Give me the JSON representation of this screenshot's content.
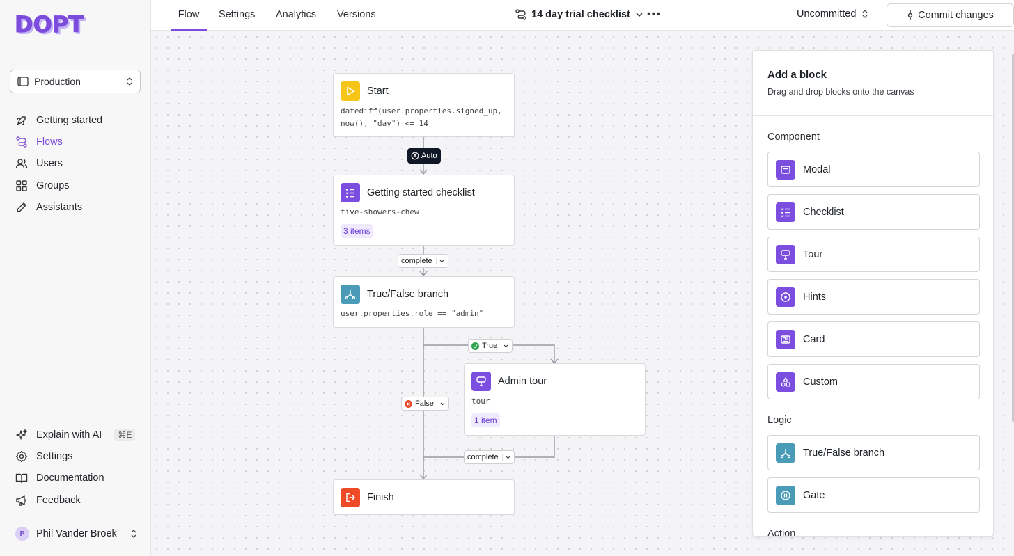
{
  "brand": {
    "logo_text": "DOPT"
  },
  "sidebar": {
    "environment": "Production",
    "nav": [
      {
        "label": "Getting started",
        "icon": "rocket-icon"
      },
      {
        "label": "Flows",
        "icon": "flow-icon",
        "active": true
      },
      {
        "label": "Users",
        "icon": "users-icon"
      },
      {
        "label": "Groups",
        "icon": "grid-icon"
      },
      {
        "label": "Assistants",
        "icon": "pencil-icon"
      }
    ],
    "bottom_nav": [
      {
        "label": "Explain with AI",
        "icon": "sparkle-icon",
        "shortcut": "⌘E"
      },
      {
        "label": "Settings",
        "icon": "gear-icon"
      },
      {
        "label": "Documentation",
        "icon": "book-icon"
      },
      {
        "label": "Feedback",
        "icon": "megaphone-icon"
      }
    ],
    "user": {
      "initial": "P",
      "name": "Phil Vander Broek"
    }
  },
  "topbar": {
    "tabs": [
      "Flow",
      "Settings",
      "Analytics",
      "Versions"
    ],
    "active_tab": "Flow",
    "flow_title": "14 day trial checklist",
    "more": "•••",
    "status": "Uncommitted",
    "commit_label": "Commit changes"
  },
  "canvas": {
    "nodes": {
      "start": {
        "title": "Start",
        "code_line1": "datediff(user.properties.signed_up,",
        "code_line2": "now(), \"day\") <= 14"
      },
      "checklist": {
        "title": "Getting started checklist",
        "sub": "five-showers-chew",
        "badge": "3 items"
      },
      "branch": {
        "title": "True/False branch",
        "sub": "user.properties.role == \"admin\""
      },
      "admin_tour": {
        "title": "Admin tour",
        "sub": "tour",
        "badge": "1 item"
      },
      "finish": {
        "title": "Finish"
      }
    },
    "edges": {
      "auto": "Auto",
      "complete1": "complete",
      "true": "True",
      "false": "False",
      "complete2": "complete"
    }
  },
  "panel": {
    "title": "Add a block",
    "subtitle": "Drag and drop blocks onto the canvas",
    "sections": {
      "component": {
        "title": "Component",
        "blocks": [
          {
            "label": "Modal",
            "icon": "modal-icon"
          },
          {
            "label": "Checklist",
            "icon": "checklist-icon"
          },
          {
            "label": "Tour",
            "icon": "tour-icon"
          },
          {
            "label": "Hints",
            "icon": "hints-icon"
          },
          {
            "label": "Card",
            "icon": "card-icon"
          },
          {
            "label": "Custom",
            "icon": "custom-icon"
          }
        ]
      },
      "logic": {
        "title": "Logic",
        "blocks": [
          {
            "label": "True/False branch",
            "icon": "branch-icon"
          },
          {
            "label": "Gate",
            "icon": "gate-icon"
          }
        ]
      },
      "action": {
        "title": "Action"
      }
    }
  },
  "colors": {
    "accent": "#7c4ddc",
    "start": "#f5c518",
    "component": "#7b4ee0",
    "logic": "#4a9bb8",
    "finish": "#ef4a26"
  }
}
